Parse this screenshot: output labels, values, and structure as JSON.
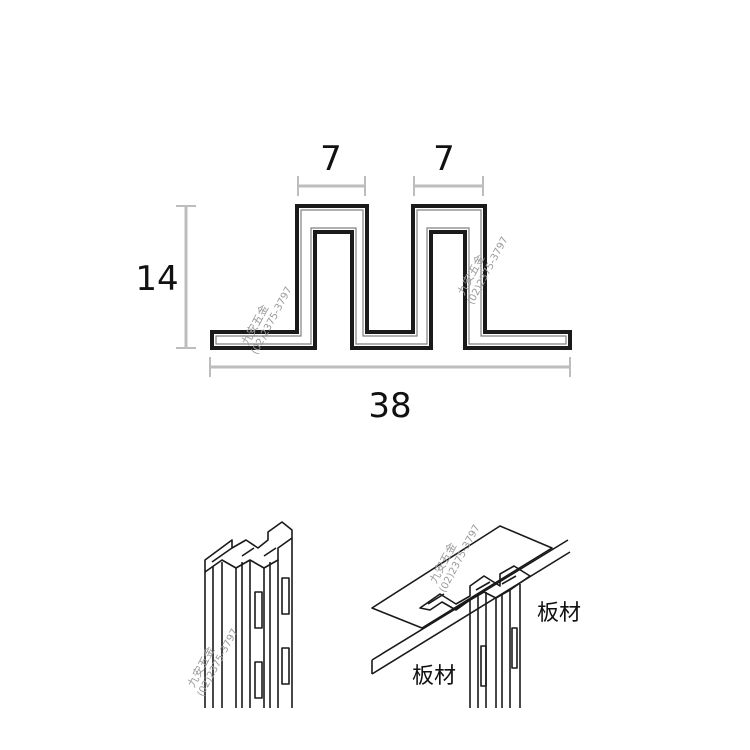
{
  "dimensions": {
    "left_slot_width": "7",
    "right_slot_width": "7",
    "height": "14",
    "total_width": "38"
  },
  "labels": {
    "board_right": "板材",
    "board_left": "板材"
  },
  "watermark": {
    "brand": "九安五金",
    "phone": "(02)2375-3797"
  },
  "colors": {
    "stroke": "#1a1a1a",
    "dimension_line": "#bdbdbd",
    "watermark": "#9a9a9a"
  }
}
